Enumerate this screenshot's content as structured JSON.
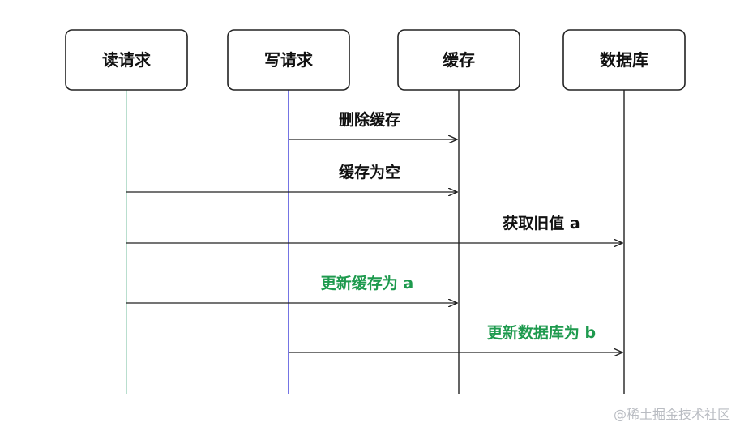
{
  "participants": [
    {
      "label": "读请求",
      "lifeline_color": "#9bcfb8"
    },
    {
      "label": "写请求",
      "lifeline_color": "#3a3ad8"
    },
    {
      "label": "缓存",
      "lifeline_color": "#222222"
    },
    {
      "label": "数据库",
      "lifeline_color": "#222222"
    }
  ],
  "messages": [
    {
      "label": "删除缓存",
      "from": 1,
      "to": 2,
      "color": "#111111"
    },
    {
      "label": "缓存为空",
      "from": 0,
      "to": 2,
      "color": "#111111"
    },
    {
      "label": "获取旧值 a",
      "from": 0,
      "to": 3,
      "color": "#111111"
    },
    {
      "label": "更新缓存为 a",
      "from": 0,
      "to": 2,
      "color": "#1e9a4e"
    },
    {
      "label": "更新数据库为 b",
      "from": 1,
      "to": 3,
      "color": "#1e9a4e"
    }
  ],
  "watermark": "@稀土掘金技术社区"
}
